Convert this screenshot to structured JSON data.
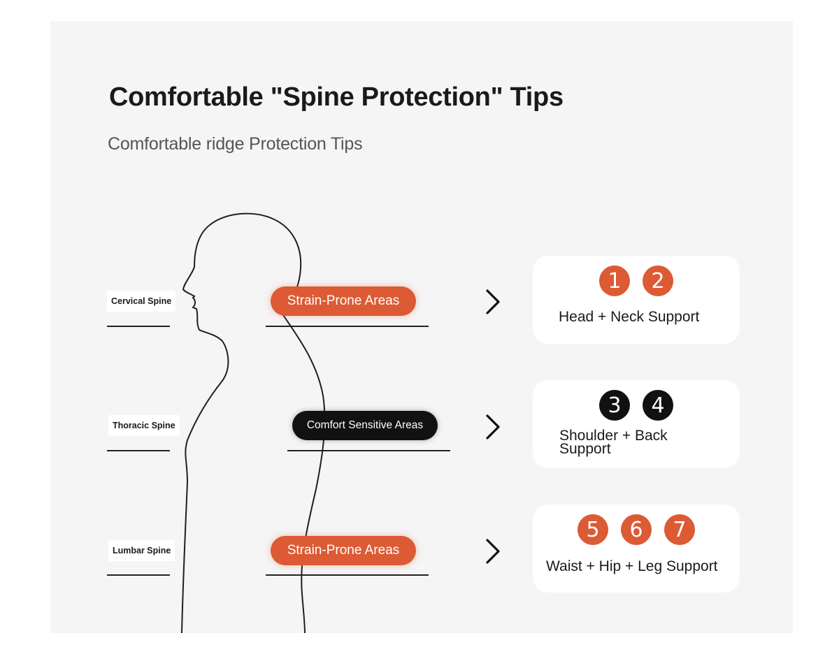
{
  "header": {
    "title": "Comfortable \"Spine Protection\" Tips",
    "subtitle": "Comfortable ridge Protection Tips"
  },
  "rows": [
    {
      "spine_label": "Cervical Spine",
      "pill_label": "Strain-Prone Areas",
      "pill_style": "orange",
      "badges": [
        "1",
        "2"
      ],
      "support_text": "Head + Neck Support"
    },
    {
      "spine_label": "Thoracic Spine",
      "pill_label": "Comfort Sensitive Areas",
      "pill_style": "black",
      "badges": [
        "3",
        "4"
      ],
      "support_text": "Shoulder + Back Support"
    },
    {
      "spine_label": "Lumbar Spine",
      "pill_label": "Strain-Prone Areas",
      "pill_style": "orange",
      "badges": [
        "5",
        "6",
        "7"
      ],
      "support_text": "Waist + Hip + Leg Support"
    }
  ],
  "colors": {
    "accent_orange": "#dc5a34",
    "dark": "#111111",
    "panel_background": "#f5f5f5"
  }
}
